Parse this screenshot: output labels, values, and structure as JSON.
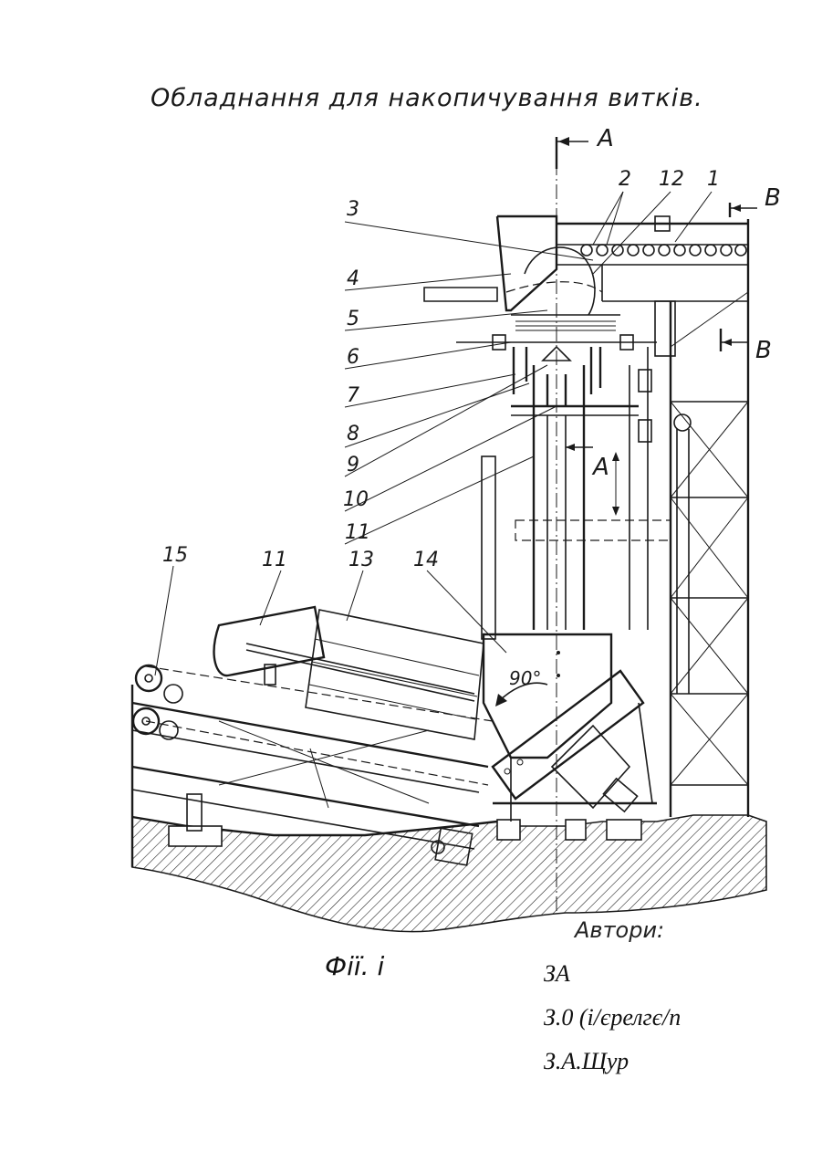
{
  "title": "Обладнання для накопичування витків.",
  "figure_caption": "Фії. і",
  "authors": {
    "heading": "Автори:",
    "names": [
      "ЗА",
      "З.0 (і/єрелгє/п",
      "З.А.Щур"
    ]
  },
  "section_marks": {
    "a_top": "А",
    "a_mid": "А",
    "b_top": "В",
    "b_mid": "В"
  },
  "angle_label": "90°",
  "callouts": {
    "c1": "1",
    "c2": "2",
    "c3": "3",
    "c4": "4",
    "c5": "5",
    "c6": "6",
    "c7": "7",
    "c8": "8",
    "c9": "9",
    "c10": "10",
    "c11a": "11",
    "c11b": "11",
    "c12": "12",
    "c13": "13",
    "c14": "14",
    "c15": "15"
  }
}
